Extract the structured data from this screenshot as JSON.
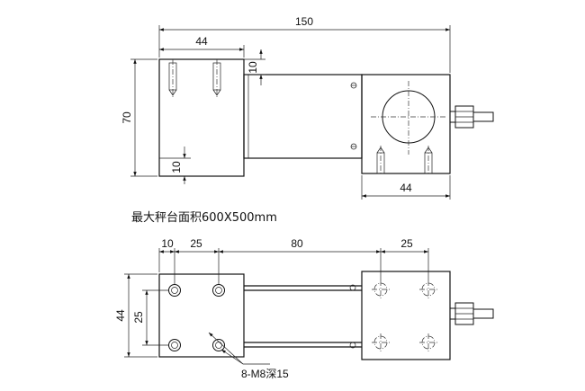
{
  "top_view": {
    "dim_overall_length": "150",
    "dim_left_block_width": "44",
    "dim_top_offset": "10",
    "dim_height": "70",
    "dim_bottom_offset": "10",
    "dim_right_block_width": "44"
  },
  "caption": "最大秤台面积600X500mm",
  "bottom_view": {
    "dim_edge": "10",
    "dim_hole_pitch_left": "25",
    "dim_hole_gap": "80",
    "dim_hole_pitch_right": "25",
    "dim_width": "44",
    "dim_hole_pitch_vertical": "25",
    "hole_spec": "8-M8深15"
  }
}
